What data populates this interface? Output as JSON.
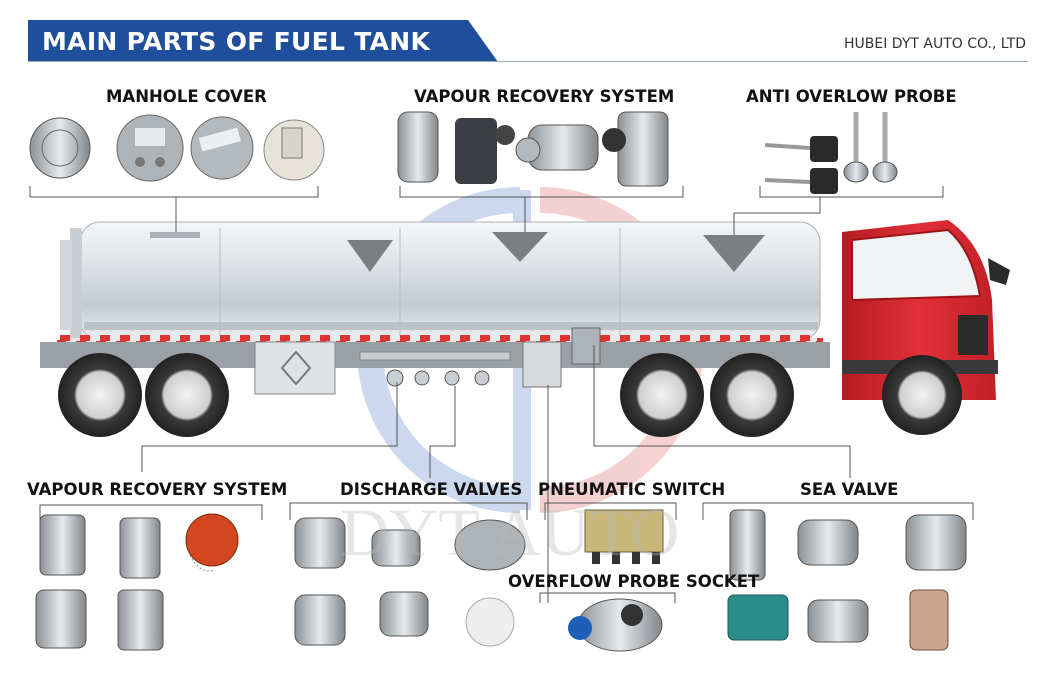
{
  "header": {
    "title": "MAIN PARTS OF FUEL TANK",
    "company": "HUBEI DYT AUTO CO., LTD",
    "banner_color": "#1f4e9c"
  },
  "labels": {
    "manhole_cover": "MANHOLE COVER",
    "vapour_recovery_top": "VAPOUR RECOVERY SYSTEM",
    "anti_overflow_probe": "ANTI OVERLOW PROBE",
    "vapour_recovery_bottom": "VAPOUR RECOVERY SYSTEM",
    "discharge_valves": "DISCHARGE VALVES",
    "pneumatic_switch": "PNEUMATIC SWITCH",
    "sea_valve": "SEA VALVE",
    "overflow_probe_socket": "OVERFLOW PROBE SOCKET"
  },
  "watermark": "DYT AUTO",
  "colors": {
    "cab_red": "#d9262c",
    "tank_silver": "#d8dde2",
    "watermark_blue": "#8fa9d8",
    "watermark_red": "#e89a9a"
  }
}
